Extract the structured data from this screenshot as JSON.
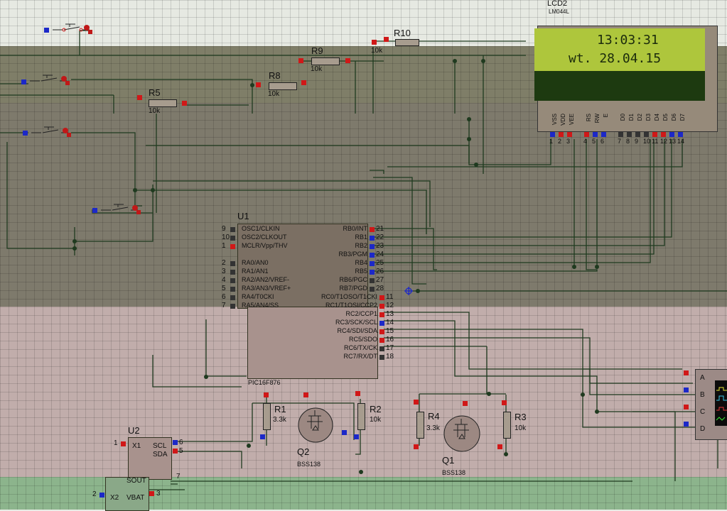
{
  "lcd": {
    "ref": "LCD2",
    "model": "LM044L",
    "line1": "13:03:31",
    "line2": "wt. 28.04.15",
    "pins": [
      "VSS",
      "VDD",
      "VEE",
      "RS",
      "RW",
      "E",
      "D0",
      "D1",
      "D2",
      "D3",
      "D4",
      "D5",
      "D6",
      "D7"
    ],
    "pin_numbers": [
      "1",
      "2",
      "3",
      "4",
      "5",
      "6",
      "7",
      "8",
      "9",
      "10",
      "11",
      "12",
      "13",
      "14"
    ]
  },
  "resistors": {
    "r10": {
      "ref": "R10",
      "value": "10k"
    },
    "r9": {
      "ref": "R9",
      "value": "10k"
    },
    "r8": {
      "ref": "R8",
      "value": "10k"
    },
    "r5": {
      "ref": "R5",
      "value": "10k"
    },
    "r1": {
      "ref": "R1",
      "value": "3.3k"
    },
    "r2": {
      "ref": "R2",
      "value": "10k"
    },
    "r4": {
      "ref": "R4",
      "value": "3.3k"
    },
    "r3": {
      "ref": "R3",
      "value": "10k"
    }
  },
  "mcu": {
    "ref": "U1",
    "part": "PIC16F876",
    "left_pins": [
      {
        "num": "9",
        "name": "OSC1/CLKIN"
      },
      {
        "num": "10",
        "name": "OSC2/CLKOUT"
      },
      {
        "num": "1",
        "name": "MCLR/Vpp/THV"
      },
      {
        "num": "2",
        "name": "RA0/AN0"
      },
      {
        "num": "3",
        "name": "RA1/AN1"
      },
      {
        "num": "4",
        "name": "RA2/AN2/VREF-"
      },
      {
        "num": "5",
        "name": "RA3/AN3/VREF+"
      },
      {
        "num": "6",
        "name": "RA4/T0CKI"
      },
      {
        "num": "7",
        "name": "RA5/AN4/SS"
      }
    ],
    "right_pins": [
      {
        "num": "21",
        "name": "RB0/INT"
      },
      {
        "num": "22",
        "name": "RB1"
      },
      {
        "num": "23",
        "name": "RB2"
      },
      {
        "num": "24",
        "name": "RB3/PGM"
      },
      {
        "num": "25",
        "name": "RB4"
      },
      {
        "num": "26",
        "name": "RB5"
      },
      {
        "num": "27",
        "name": "RB6/PGC"
      },
      {
        "num": "28",
        "name": "RB7/PGD"
      },
      {
        "num": "11",
        "name": "RC0/T1OSO/T1CKI"
      },
      {
        "num": "12",
        "name": "RC1/T1OSI/CCP2"
      },
      {
        "num": "13",
        "name": "RC2/CCP1"
      },
      {
        "num": "14",
        "name": "RC3/SCK/SCL"
      },
      {
        "num": "15",
        "name": "RC4/SDI/SDA"
      },
      {
        "num": "16",
        "name": "RC5/SDO"
      },
      {
        "num": "17",
        "name": "RC6/TX/CK"
      },
      {
        "num": "18",
        "name": "RC7/RX/DT"
      }
    ]
  },
  "rtc": {
    "ref": "U2",
    "pins_left": [
      {
        "num": "1",
        "name": "X1"
      },
      {
        "num": "2",
        "name": "X2"
      }
    ],
    "pins_right": [
      {
        "num": "6",
        "name": "SCL"
      },
      {
        "num": "5",
        "name": "SDA"
      },
      {
        "num": "7",
        "name": "SOUT"
      },
      {
        "num": "3",
        "name": "VBAT"
      }
    ]
  },
  "transistors": {
    "q2": {
      "ref": "Q2",
      "part": "BSS138"
    },
    "q1": {
      "ref": "Q1",
      "part": "BSS138"
    }
  },
  "scope": {
    "channels": [
      "A",
      "B",
      "C",
      "D"
    ]
  },
  "colors": {
    "wire": "#1f3a1f",
    "pin_red": "#d01818",
    "pin_blue": "#1c28c8",
    "lcd_green": "#aec63c"
  }
}
